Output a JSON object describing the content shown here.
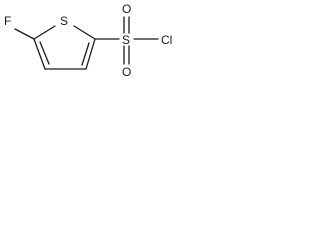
{
  "atoms": {
    "fluorine": "F",
    "ring_sulfur": "S",
    "sulfonyl_sulfur": "S",
    "oxygen_top": "O",
    "oxygen_bottom": "O",
    "chlorine": "Cl"
  }
}
